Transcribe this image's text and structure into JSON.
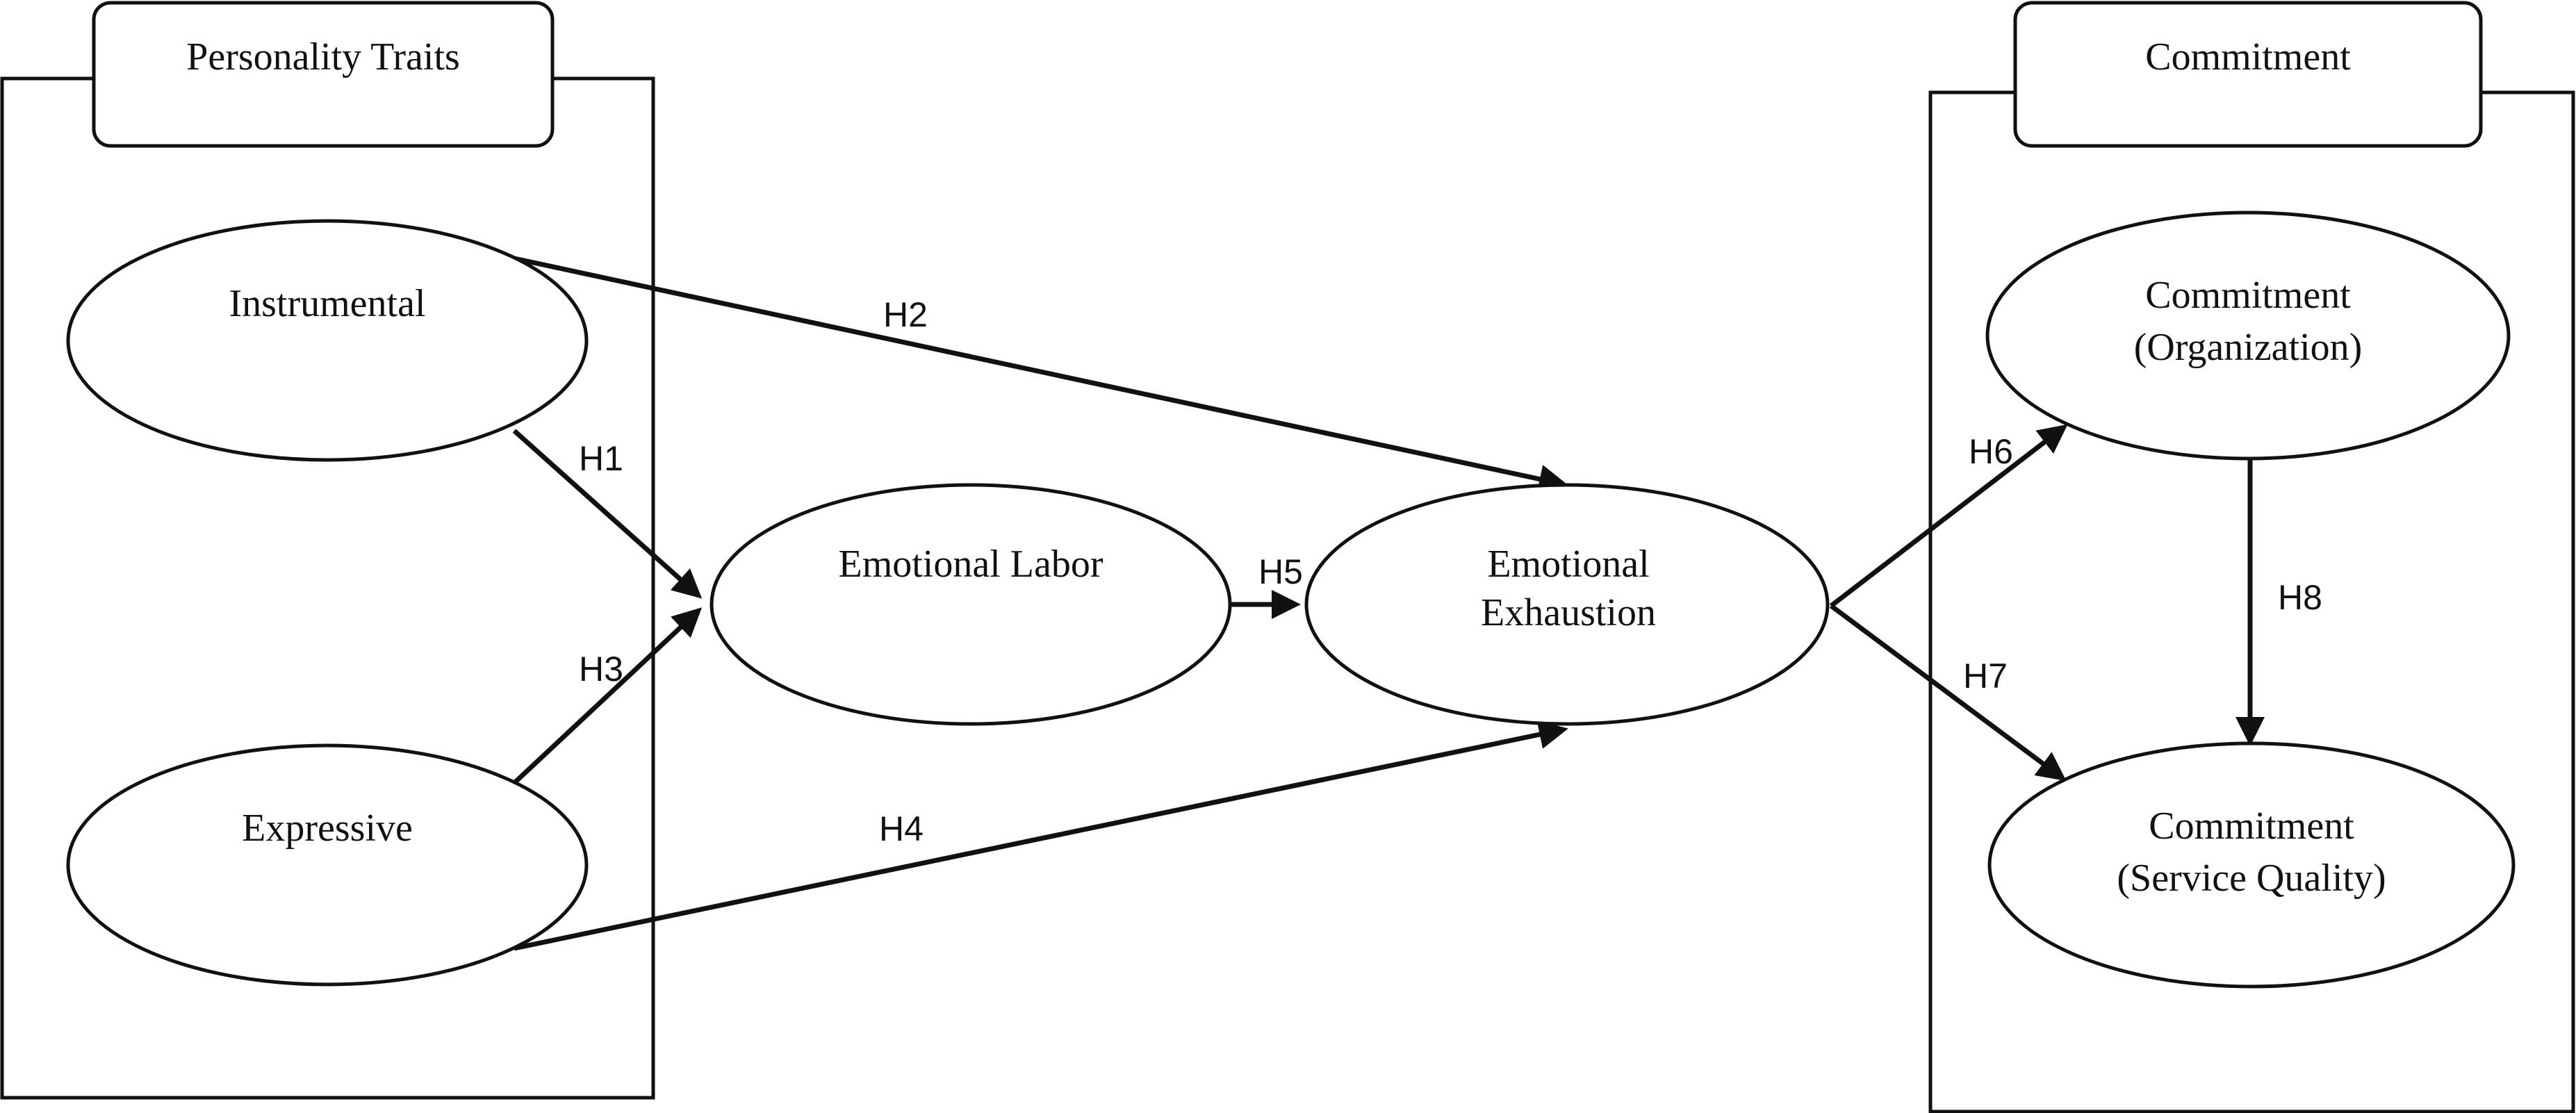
{
  "groups": {
    "personality": {
      "title": "Personality Traits"
    },
    "commitment": {
      "title": "Commitment"
    }
  },
  "nodes": {
    "instrumental": {
      "label": "Instrumental"
    },
    "expressive": {
      "label": "Expressive"
    },
    "emotional_labor": {
      "label": "Emotional Labor"
    },
    "emotional_exhaustion": {
      "line1": "Emotional",
      "line2": "Exhaustion"
    },
    "commitment_org": {
      "line1": "Commitment",
      "line2": "(Organization)"
    },
    "commitment_sq": {
      "line1": "Commitment",
      "line2": "(Service Quality)"
    }
  },
  "hypotheses": {
    "h1": "H1",
    "h2": "H2",
    "h3": "H3",
    "h4": "H4",
    "h5": "H5",
    "h6": "H6",
    "h7": "H7",
    "h8": "H8"
  },
  "colors": {
    "stroke": "#111111",
    "background": "#ffffff"
  }
}
